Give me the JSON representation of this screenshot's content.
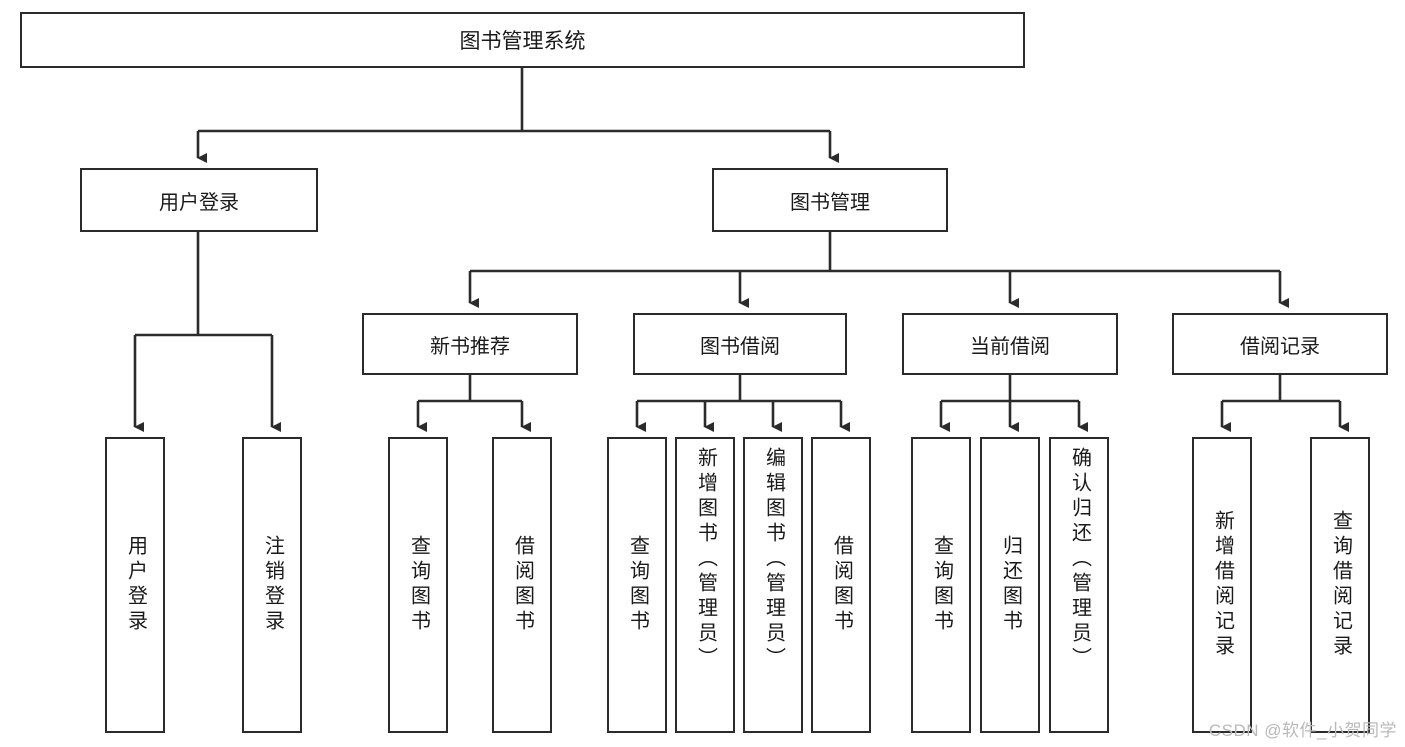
{
  "diagram": {
    "title": "图书管理系统",
    "type": "tree-hierarchy",
    "watermark": "CSDN @软件_小贺同学",
    "colors": {
      "stroke": "#2b2b2b",
      "fill": "#ffffff",
      "text": "#1a1a1a",
      "watermark": "#b9b9b9"
    },
    "root": {
      "label": "图书管理系统"
    },
    "level2": [
      {
        "label": "用户登录"
      },
      {
        "label": "图书管理"
      }
    ],
    "level3": [
      {
        "label": "新书推荐"
      },
      {
        "label": "图书借阅"
      },
      {
        "label": "当前借阅"
      },
      {
        "label": "借阅记录"
      }
    ],
    "leaves": {
      "user_login": [
        {
          "label": "用户登录"
        },
        {
          "label": "注销登录"
        }
      ],
      "new_book_recommend": [
        {
          "label": "查询图书"
        },
        {
          "label": "借阅图书"
        }
      ],
      "book_borrow": [
        {
          "label": "查询图书"
        },
        {
          "label": "新增图书（管理员）"
        },
        {
          "label": "编辑图书（管理员）"
        },
        {
          "label": "借阅图书"
        }
      ],
      "current_borrow": [
        {
          "label": "查询图书"
        },
        {
          "label": "归还图书"
        },
        {
          "label": "确认归还（管理员）"
        }
      ],
      "borrow_records": [
        {
          "label": "新增借阅记录"
        },
        {
          "label": "查询借阅记录"
        }
      ]
    }
  }
}
